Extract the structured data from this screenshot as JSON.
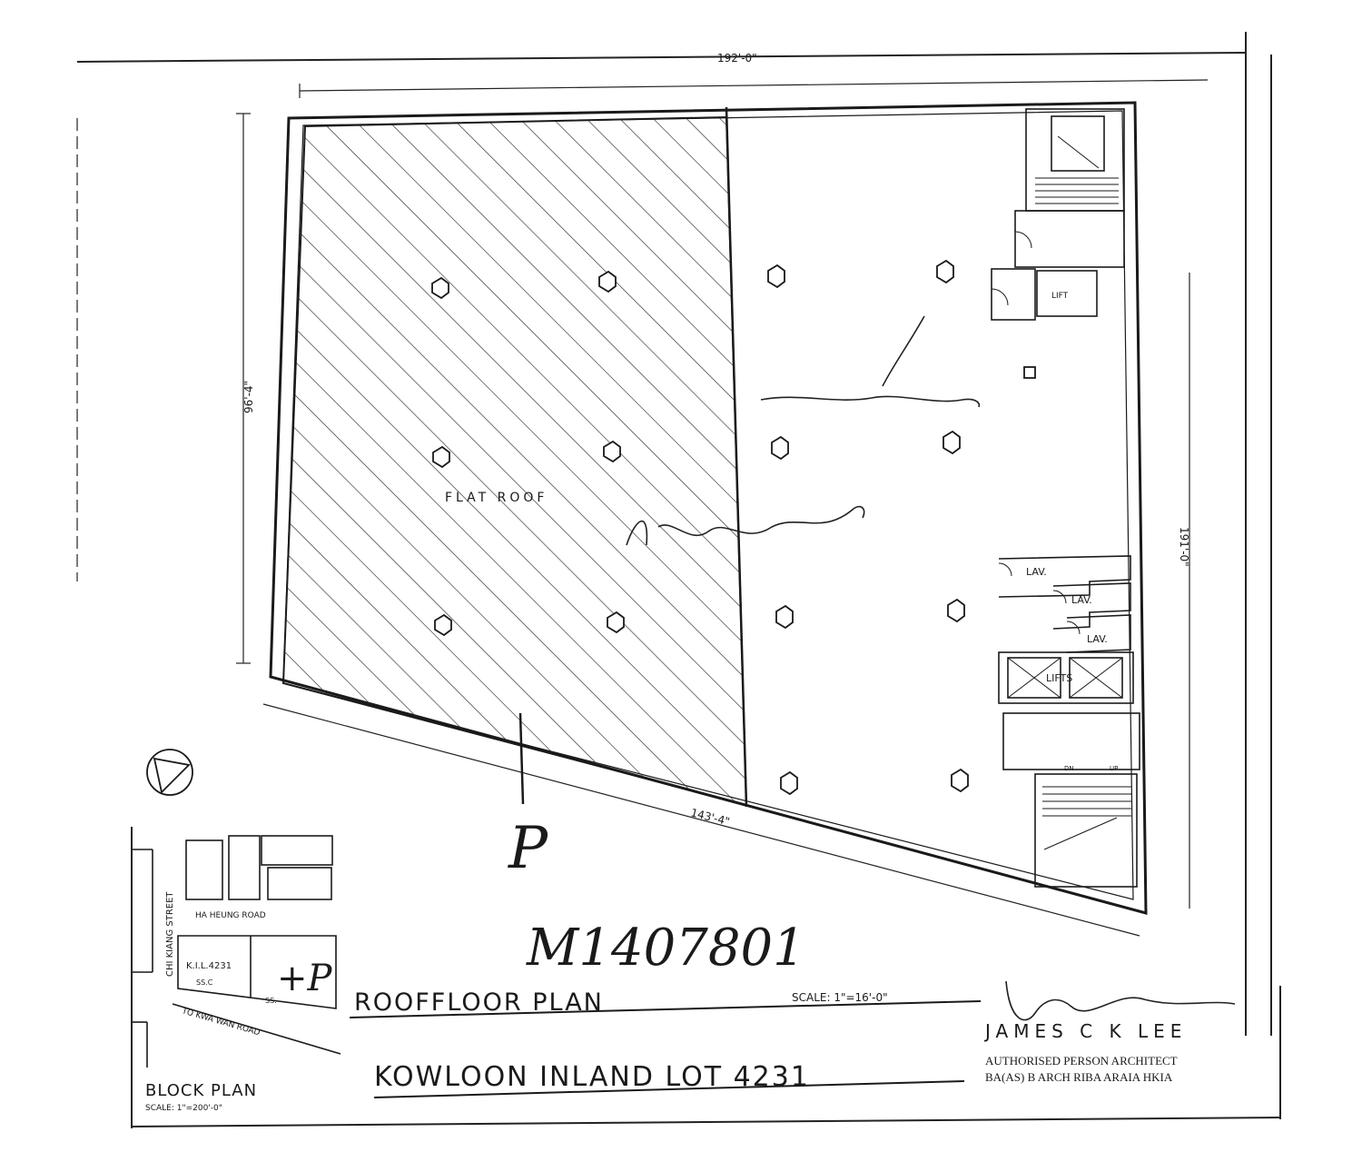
{
  "drawing": {
    "dimensions": {
      "top": "192'-0\"",
      "left": "96'-4\"",
      "right": "191'-0\"",
      "bottom": "143'-4\""
    },
    "labels": {
      "flat_roof": "FLAT ROOF",
      "lift": "LIFT",
      "lifts": "LIFTS",
      "lav_1": "LAV.",
      "lav_2": "LAV.",
      "lav_3": "LAV.",
      "stair_dn": "DN",
      "stair_up": "UP"
    },
    "handwritten": {
      "reference_no": "M1407801",
      "mark_p_large": "P",
      "mark_p_small": "+P"
    },
    "block_plan": {
      "street_vertical": "CHI KIANG STREET",
      "road_top": "HA HEUNG ROAD",
      "road_bottom": "TO KWA WAN ROAD",
      "lot": "K.I.L.4231",
      "lot_code_1": "SS.C",
      "lot_code_2": "SS.",
      "title": "BLOCK PLAN",
      "scale": "SCALE: 1\"=200'-0\""
    },
    "title_block": {
      "plan_title": "ROOFFLOOR PLAN",
      "scale": "SCALE: 1\"=16'-0\"",
      "lot_title": "KOWLOON INLAND LOT 4231",
      "architect_name": "JAMES C K LEE",
      "architect_role": "AUTHORISED PERSON ARCHITECT",
      "architect_quals": "BA(AS) B ARCH RIBA ARAIA HKIA"
    }
  }
}
